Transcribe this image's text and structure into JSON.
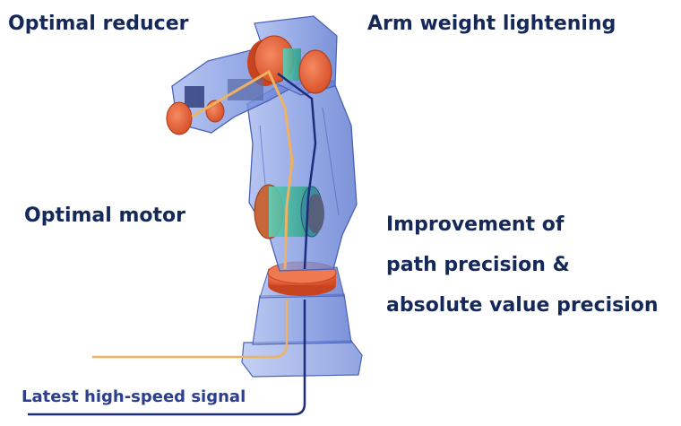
{
  "labels": {
    "optimal_reducer": "Optimal reducer",
    "arm_weight": "Arm weight lightening",
    "optimal_motor": "Optimal motor",
    "improvement_line1": "Improvement of",
    "improvement_line2": "path precision &",
    "improvement_line3": "absolute value precision",
    "signal": "Latest high-speed signal"
  },
  "colors": {
    "label_text": "#14285a",
    "signal_text": "#2c3f8c",
    "robot_body": "#7d96e0",
    "robot_edge": "#4a62b8",
    "reducer_orange": "#e8603a",
    "motor_green": "#3fb5a0",
    "power_cable": "#f0b260",
    "signal_cable": "#1e2d7a"
  },
  "icons": [
    "robot-arm-illustration"
  ]
}
